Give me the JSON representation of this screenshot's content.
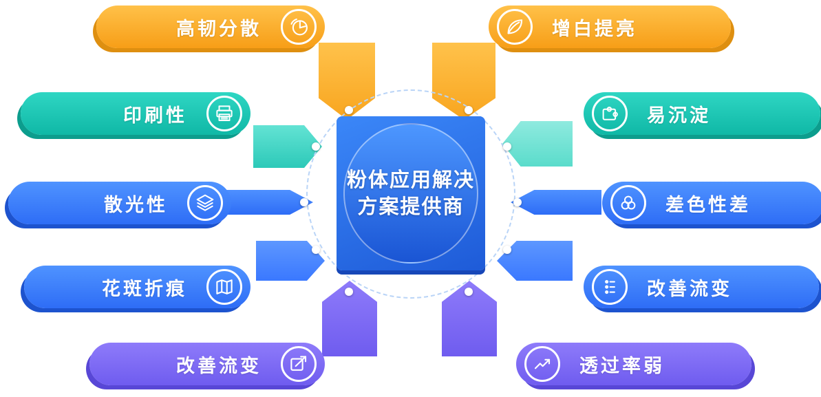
{
  "center": {
    "line1": "粉体应用解决",
    "line2": "方案提供商"
  },
  "left_items": [
    {
      "label": "高韧分散",
      "icon": "pie-chart",
      "color": "#F79E17"
    },
    {
      "label": "印刷性",
      "icon": "printer",
      "color": "#0FB8A6"
    },
    {
      "label": "散光性",
      "icon": "layers",
      "color": "#2E6DF6"
    },
    {
      "label": "花斑折痕",
      "icon": "map",
      "color": "#2E6DF6"
    },
    {
      "label": "改善流变",
      "icon": "pen-arrow",
      "color": "#6F5CEF"
    }
  ],
  "right_items": [
    {
      "label": "增白提亮",
      "icon": "leaf",
      "color": "#F79E17"
    },
    {
      "label": "易沉淀",
      "icon": "puzzle",
      "color": "#0FB8A6"
    },
    {
      "label": "差色性差",
      "icon": "color-circles",
      "color": "#2E6DF6"
    },
    {
      "label": "改善流变",
      "icon": "flow-adjust",
      "color": "#2E6DF6"
    },
    {
      "label": "透过率弱",
      "icon": "trend-line",
      "color": "#6F5CEF"
    }
  ],
  "colors": {
    "orange": "#F79E17",
    "teal": "#0FB8A6",
    "blue": "#2E6DF6",
    "purple": "#6F5CEF",
    "center_blue": "#1E5BD8"
  }
}
